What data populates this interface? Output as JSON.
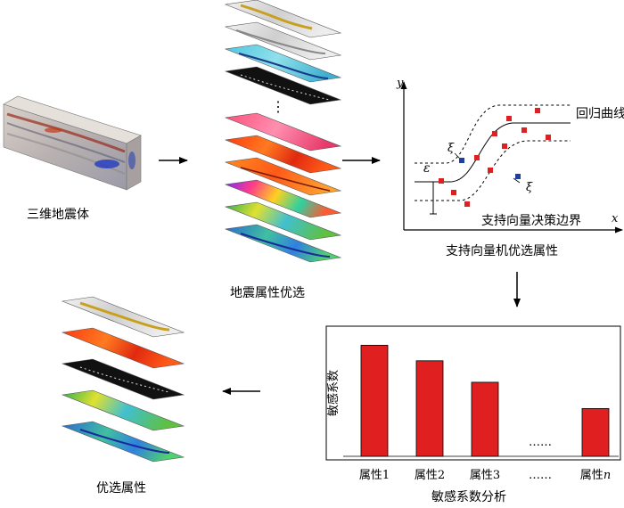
{
  "labels": {
    "volume": "三维地震体",
    "attribute_selection": "地震属性优选",
    "svm_title": "支持向量机优选属性",
    "regression_curve": "回归曲线",
    "decision_boundary": "支持向量决策边界",
    "sensitivity_title": "敏感系数分析",
    "optimized_attributes": "优选属性",
    "y_axis": "y",
    "x_axis": "x",
    "epsilon": "ε",
    "xi": "ξ",
    "stack_ellipsis": "⋮",
    "bar_ellipsis": "……"
  },
  "chart_data": {
    "type": "bar",
    "categories": [
      "属性1",
      "属性2",
      "属性3",
      "……",
      "属性n"
    ],
    "values": [
      0.93,
      0.8,
      0.62,
      null,
      0.4
    ],
    "ylabel": "敏感系数",
    "xlabel": "敏感系数分析",
    "ylim": [
      0,
      1
    ],
    "bar_color": "#e02020"
  },
  "colors": {
    "red_points": "#e02020",
    "blue_points": "#1f3f9f",
    "arrow": "#000000"
  }
}
